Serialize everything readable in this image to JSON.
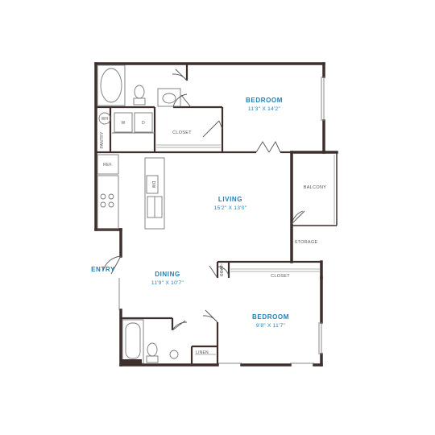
{
  "colors": {
    "wall": "#3d2f2b",
    "label": "#1f7fb5",
    "fixture": "#777777",
    "minor_text": "#555555"
  },
  "rooms": {
    "bedroom1": {
      "name": "BEDROOM",
      "dims": "11'3\" X 14'2\""
    },
    "living": {
      "name": "LIVING",
      "dims": "15'2\" X 13'0\""
    },
    "dining": {
      "name": "DINING",
      "dims": "11'9\" X 10'7\""
    },
    "bedroom2": {
      "name": "BEDROOM",
      "dims": "9'8\" X 11'7\""
    }
  },
  "labels": {
    "entry": "ENTRY",
    "balcony": "BALCONY",
    "storage": "STORAGE",
    "closet_top": "CLOSET",
    "closet_bottom": "CLOSET",
    "coat": "COAT",
    "linen": "LINEN",
    "pantry": "PANTRY",
    "ref": "REF.",
    "dw": "DW",
    "washer": "W",
    "dryer": "D",
    "water_heater": "WH"
  }
}
